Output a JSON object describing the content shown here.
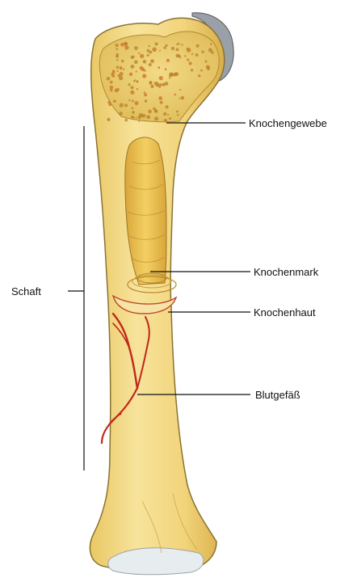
{
  "labels": {
    "bone_tissue": "Knochengewebe",
    "bone_marrow": "Knochenmark",
    "periosteum": "Knochenhaut",
    "blood_vessel": "Blutgefäß",
    "shaft": "Schaft"
  },
  "colors": {
    "bone": "#f2d77f",
    "bone_shade": "#d9b24c",
    "spongy_dots": "#c97a2a",
    "marrow": "#e8c04a",
    "vessel": "#c0281a",
    "cartilage": "#8a8f96"
  }
}
